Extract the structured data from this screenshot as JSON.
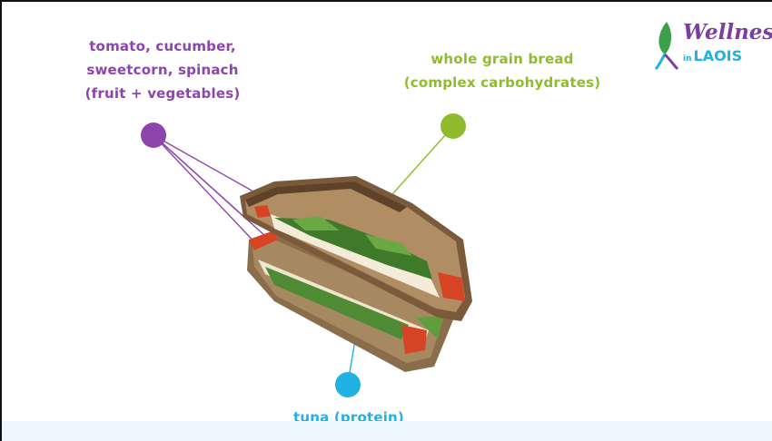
{
  "labels": {
    "vegetables": {
      "line1": "tomato, cucumber,",
      "line2": "sweetcorn, spinach",
      "line3": "(fruit + vegetables)"
    },
    "bread": {
      "line1": "whole grain bread",
      "line2": "(complex carbohydrates)"
    },
    "tuna": "tuna (protein)"
  },
  "logo": {
    "word": "Wellness",
    "prefix": "in",
    "region": "LAOIS"
  },
  "colors": {
    "vegetables": "#8e44ad",
    "bread": "#8ebc2c",
    "tuna": "#1fb2e3",
    "background": "#ffffff"
  },
  "icons": [
    "sandwich-image",
    "leaf-logo-icon",
    "callout-dot-purple",
    "callout-dot-green",
    "callout-dot-blue"
  ]
}
